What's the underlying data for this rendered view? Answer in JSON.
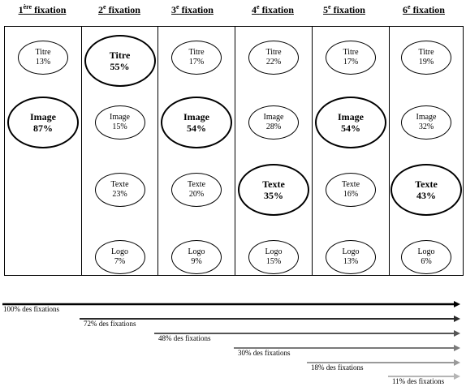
{
  "columns": [
    {
      "sup": "ère",
      "label": " fixation",
      "items": [
        {
          "name": "Titre",
          "pct": "13%",
          "big": false
        },
        {
          "name": "Image",
          "pct": "87%",
          "big": true
        }
      ]
    },
    {
      "sup": "e",
      "label": " fixation",
      "items": [
        {
          "name": "Titre",
          "pct": "55%",
          "big": true
        },
        {
          "name": "Image",
          "pct": "15%",
          "big": false
        },
        {
          "name": "Texte",
          "pct": "23%",
          "big": false
        },
        {
          "name": "Logo",
          "pct": "7%",
          "big": false
        }
      ]
    },
    {
      "sup": "e",
      "label": " fixation",
      "items": [
        {
          "name": "Titre",
          "pct": "17%",
          "big": false
        },
        {
          "name": "Image",
          "pct": "54%",
          "big": true
        },
        {
          "name": "Texte",
          "pct": "20%",
          "big": false
        },
        {
          "name": "Logo",
          "pct": "9%",
          "big": false
        }
      ]
    },
    {
      "sup": "e",
      "label": " fixation",
      "items": [
        {
          "name": "Titre",
          "pct": "22%",
          "big": false
        },
        {
          "name": "Image",
          "pct": "28%",
          "big": false
        },
        {
          "name": "Texte",
          "pct": "35%",
          "big": true
        },
        {
          "name": "Logo",
          "pct": "15%",
          "big": false
        }
      ]
    },
    {
      "sup": "e",
      "label": " fixation",
      "items": [
        {
          "name": "Titre",
          "pct": "17%",
          "big": false
        },
        {
          "name": "Image",
          "pct": "54%",
          "big": true
        },
        {
          "name": "Texte",
          "pct": "16%",
          "big": false
        },
        {
          "name": "Logo",
          "pct": "13%",
          "big": false
        }
      ]
    },
    {
      "sup": "e",
      "label": " fixation",
      "items": [
        {
          "name": "Titre",
          "pct": "19%",
          "big": false
        },
        {
          "name": "Image",
          "pct": "32%",
          "big": false
        },
        {
          "name": "Texte",
          "pct": "43%",
          "big": true
        },
        {
          "name": "Logo",
          "pct": "6%",
          "big": false
        }
      ]
    }
  ],
  "arrows": [
    {
      "label": "100% des fixations",
      "share": 1.0,
      "color": "#000000"
    },
    {
      "label": "72% des fixations",
      "share": 0.72,
      "color": "#2b2b2b"
    },
    {
      "label": "48% des fixations",
      "share": 0.48,
      "color": "#555555"
    },
    {
      "label": "30% des fixations",
      "share": 0.3,
      "color": "#7a7a7a"
    },
    {
      "label": "18% des fixations",
      "share": 0.18,
      "color": "#9a9a9a"
    },
    {
      "label": "11% des fixations",
      "share": 0.11,
      "color": "#b5b5b5"
    }
  ]
}
